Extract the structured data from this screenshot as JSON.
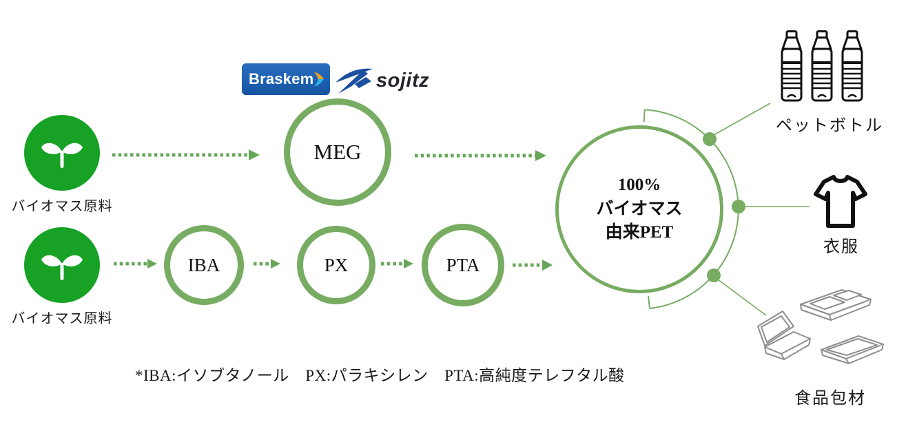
{
  "logos": {
    "braskem": {
      "text": "Braskem"
    },
    "sojitz": {
      "text": "sojitz"
    }
  },
  "flow": {
    "sources": [
      {
        "label": "バイオマス原料"
      },
      {
        "label": "バイオマス原料"
      }
    ],
    "nodes": {
      "meg": {
        "label": "MEG"
      },
      "iba": {
        "label": "IBA"
      },
      "px": {
        "label": "PX"
      },
      "pta": {
        "label": "PTA"
      }
    },
    "pet": {
      "lines": [
        "100%",
        "バイオマス",
        "由来PET"
      ]
    }
  },
  "products": [
    {
      "name": "pet-bottles",
      "label": "ペットボトル"
    },
    {
      "name": "clothing",
      "label": "衣服"
    },
    {
      "name": "food-packaging",
      "label": "食品包材"
    }
  ],
  "footnote": "*IBA:イソブタノール　PX:パラキシレン　PTA:高純度テレフタル酸",
  "colors": {
    "biomass_green": "#17A125",
    "ring_green": "#77AC62",
    "arrow_green": "#68A75A",
    "braskem_blue": "#1D60B2",
    "chevron_yellow": "#F6A21C",
    "chevron_lightblue": "#2FB1E3",
    "sojitz_blue": "#1B4FA0",
    "sojitz_text": "#24242E",
    "outline_black": "#111111",
    "food_gray": "#8E8E8E"
  }
}
